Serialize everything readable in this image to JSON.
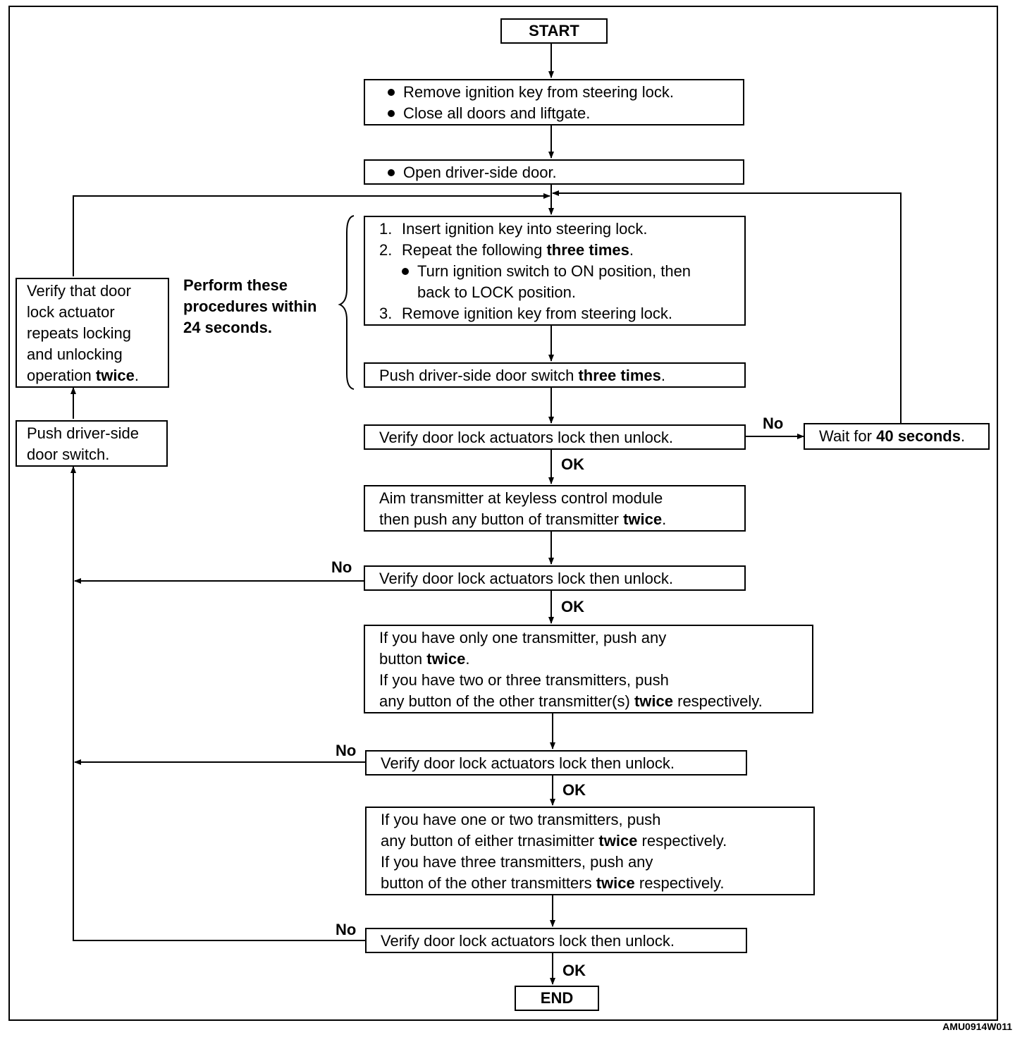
{
  "start": "START",
  "end": "END",
  "prep": {
    "items": [
      "Remove ignition key from steering lock.",
      "Close all doors and liftgate."
    ]
  },
  "open_door": "Open driver-side door.",
  "procedure": {
    "step1_num": "1.",
    "step1": "Insert ignition key into steering lock.",
    "step2_num": "2.",
    "step2_a": "Repeat the following",
    "step2_b": "three times",
    "step2_c": ".",
    "step2_sub_1": "Turn ignition switch to ON position, then",
    "step2_sub_2": "back to LOCK position.",
    "step3_num": "3.",
    "step3": "Remove ignition key from steering lock."
  },
  "push_switch": {
    "a": "Push driver-side door switch",
    "b": "three times",
    "c": "."
  },
  "perform_note": [
    "Perform these",
    "procedures within",
    "24 seconds."
  ],
  "verify_label": "Verify door lock actuators lock then unlock.",
  "wait": {
    "a": "Wait for",
    "b": "40 seconds",
    "c": "."
  },
  "aim": {
    "line1": "Aim transmitter at keyless control module",
    "line2_a": "then push any button of transmitter",
    "line2_b": "twice",
    "line2_c": "."
  },
  "one_tx": {
    "line1": "If you have only one transmitter, push any",
    "line2_a": "button",
    "line2_b": "twice",
    "line2_c": ".",
    "line3": "If you have two or three transmitters, push",
    "line4_a": "any button of the other transmitter(s)",
    "line4_b": "twice",
    "line4_c": "respectively."
  },
  "two_tx": {
    "line1": "If you have one or two transmitters, push",
    "line2_a": "any button of either trnasimitter",
    "line2_b": "twice",
    "line2_c": "respectively.",
    "line3": "If you have three transmitters, push any",
    "line4_a": "button of the other transmitters",
    "line4_b": "twice",
    "line4_c": "respectively."
  },
  "side_verify": {
    "line1": "Verify that door",
    "line2": "lock actuator",
    "line3": "repeats locking",
    "line4": "and unlocking",
    "line5_a": "operation",
    "line5_b": "twice",
    "line5_c": "."
  },
  "side_push": {
    "line1": "Push driver-side",
    "line2": "door switch."
  },
  "labels": {
    "ok": "OK",
    "no": "No"
  },
  "figure_code": "AMU0914W011"
}
